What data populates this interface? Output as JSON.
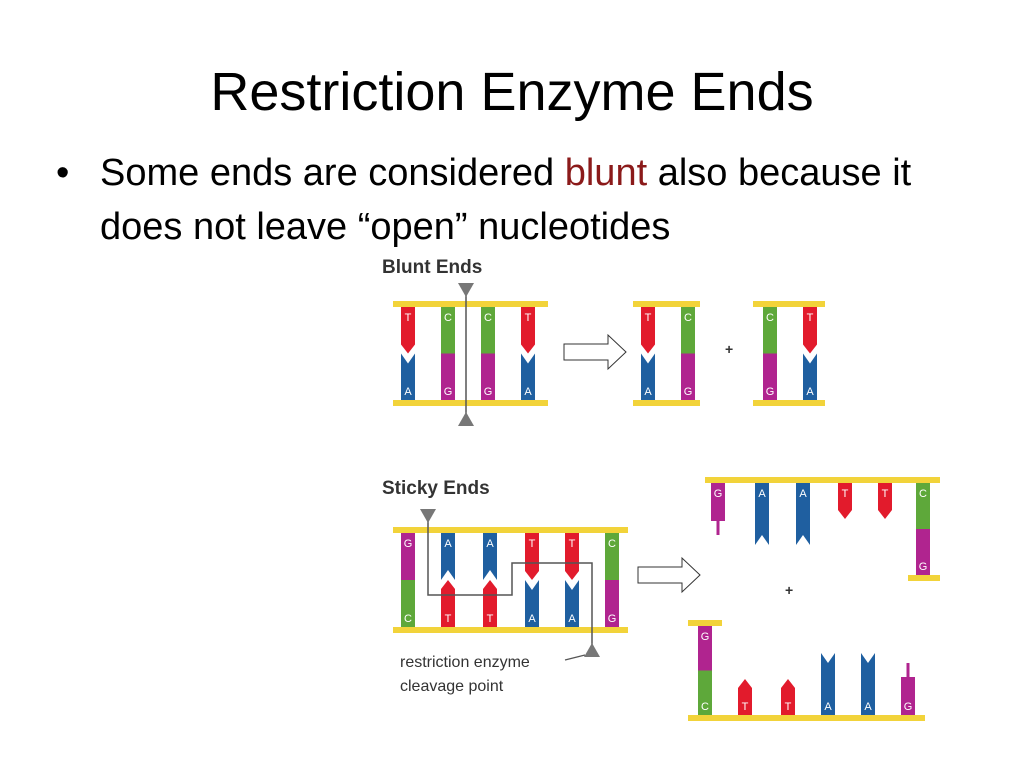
{
  "slide": {
    "title": "Restriction Enzyme Ends",
    "bullet": {
      "dot": "•",
      "text_before": "Some ends are considered ",
      "highlight": "blunt",
      "text_after": " also because it does not leave “open” nucleotides"
    }
  },
  "figure": {
    "blunt_label": "Blunt Ends",
    "sticky_label": "Sticky Ends",
    "cleavage_label_line1": "restriction enzyme",
    "cleavage_label_line2": "cleavage point",
    "plus_sign": "+",
    "blunt_top_bases": [
      "T",
      "C",
      "C",
      "T"
    ],
    "blunt_bottom_bases": [
      "A",
      "G",
      "G",
      "A"
    ],
    "sticky_top_bases": [
      "G",
      "A",
      "A",
      "T",
      "T",
      "C"
    ],
    "sticky_bottom_bases": [
      "C",
      "T",
      "T",
      "A",
      "A",
      "G"
    ]
  },
  "colors": {
    "backbone": "#f2d33a",
    "T": "#e21b2c",
    "A": "#1f5fa0",
    "C": "#5ea83a",
    "G": "#b0248f",
    "accent_text": "#8b1a1a",
    "arrow_marker": "#777777"
  }
}
